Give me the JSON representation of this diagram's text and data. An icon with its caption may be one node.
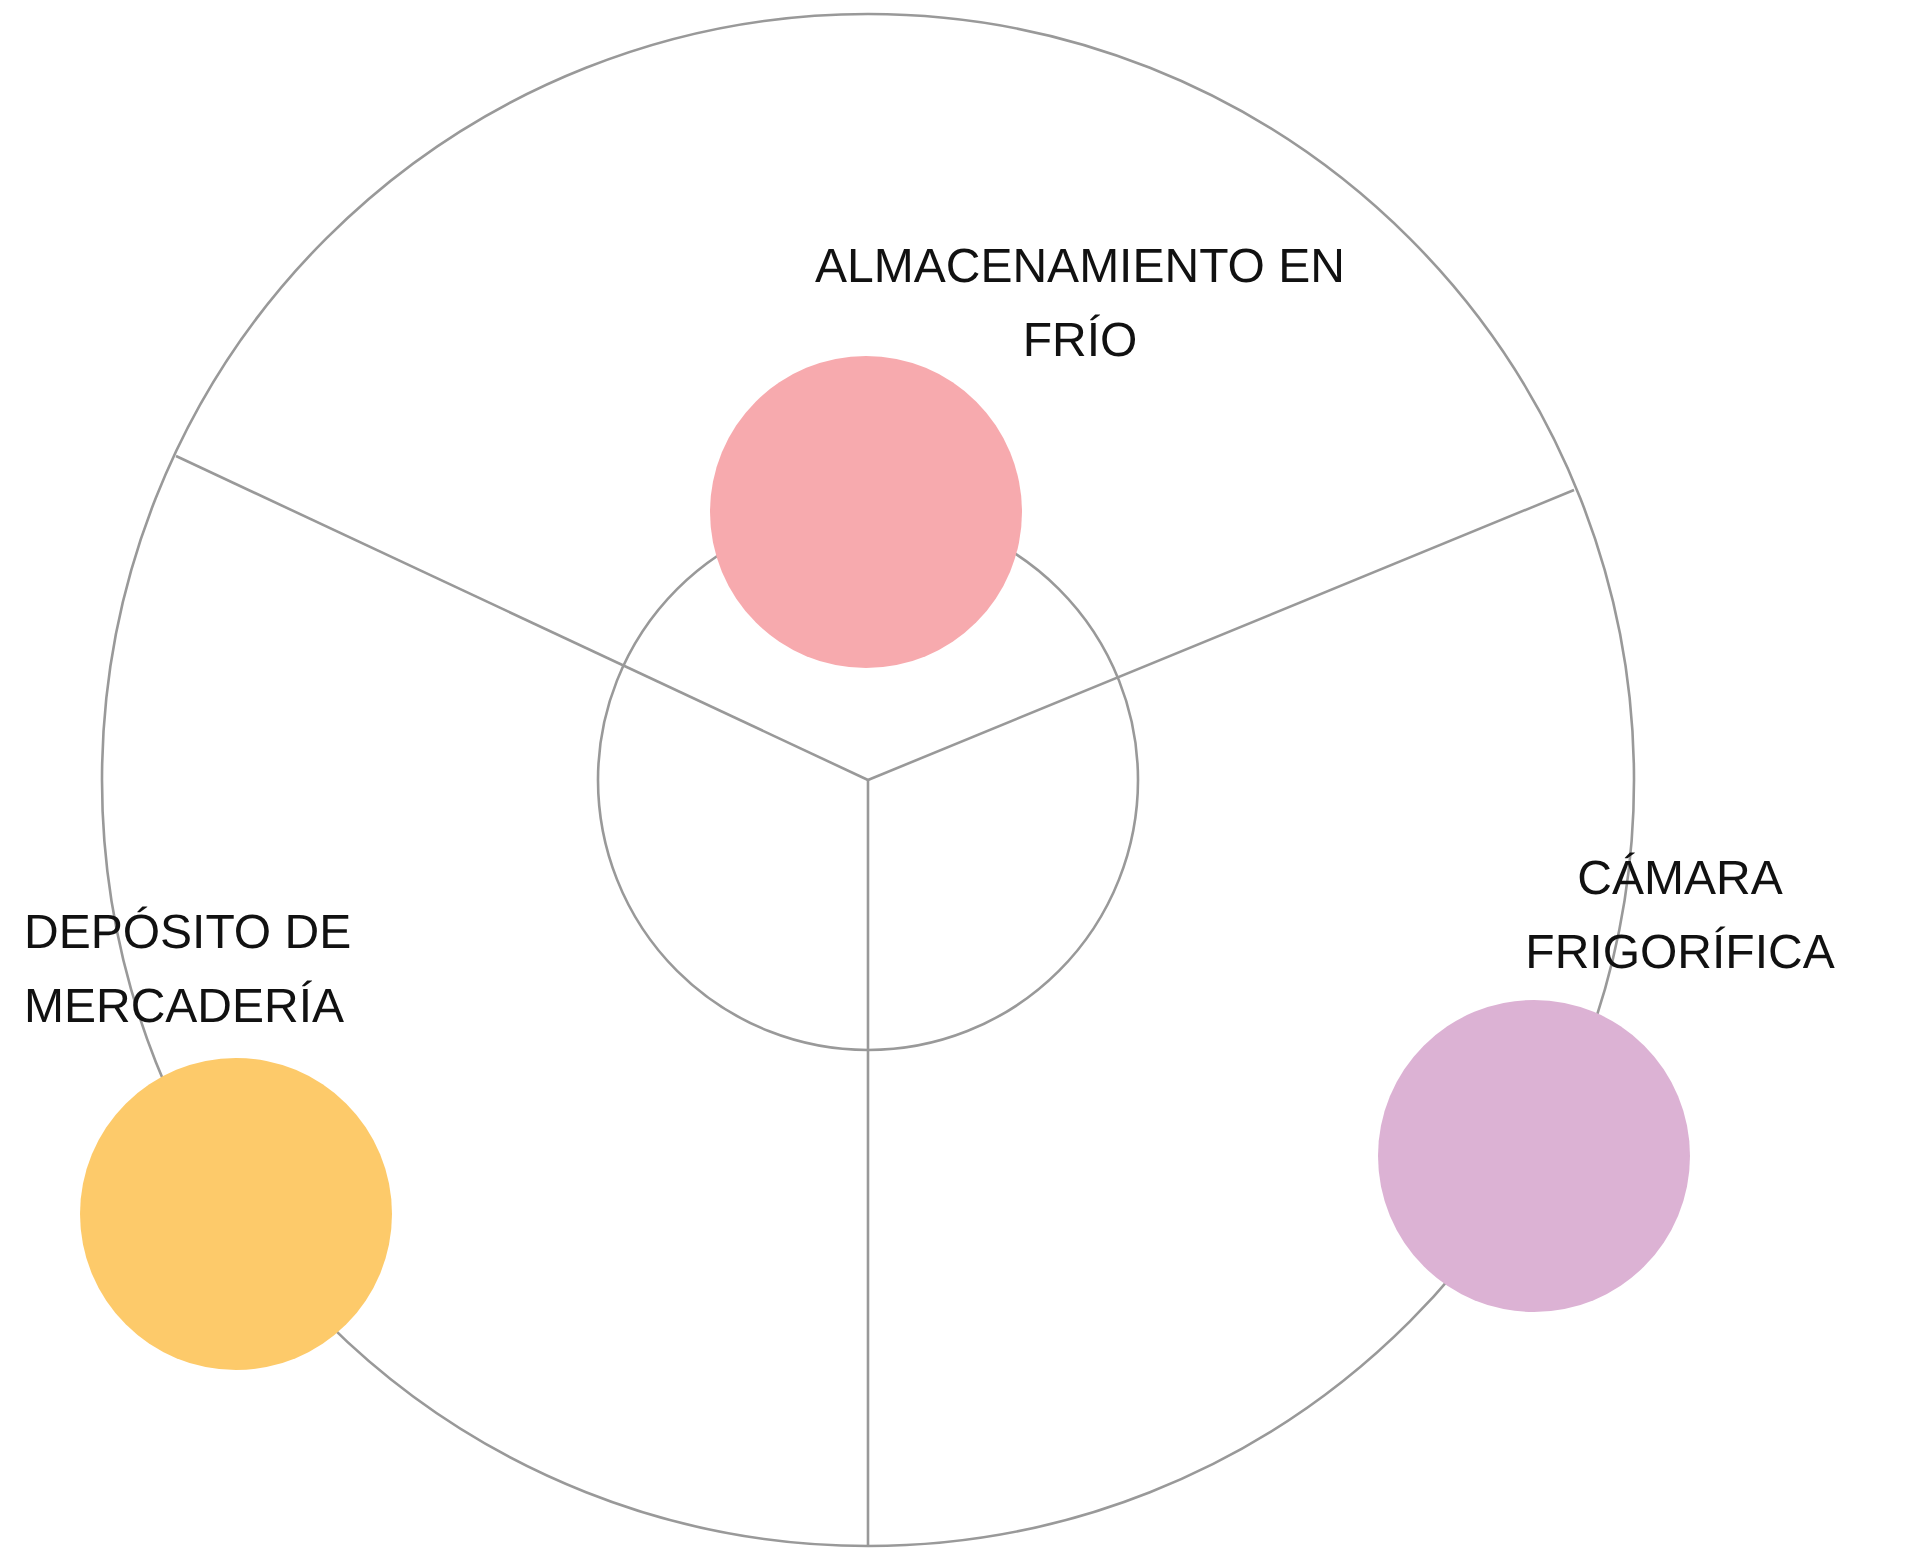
{
  "diagram": {
    "nodes": [
      {
        "text": [
          "ALMACENAMIENTO EN FRÍO"
        ]
      },
      {
        "text": [
          "CÁMARA FRIGORÍFICA"
        ]
      },
      {
        "text": [
          "DEPÓSITO DE MERCADERÍA"
        ]
      }
    ]
  }
}
